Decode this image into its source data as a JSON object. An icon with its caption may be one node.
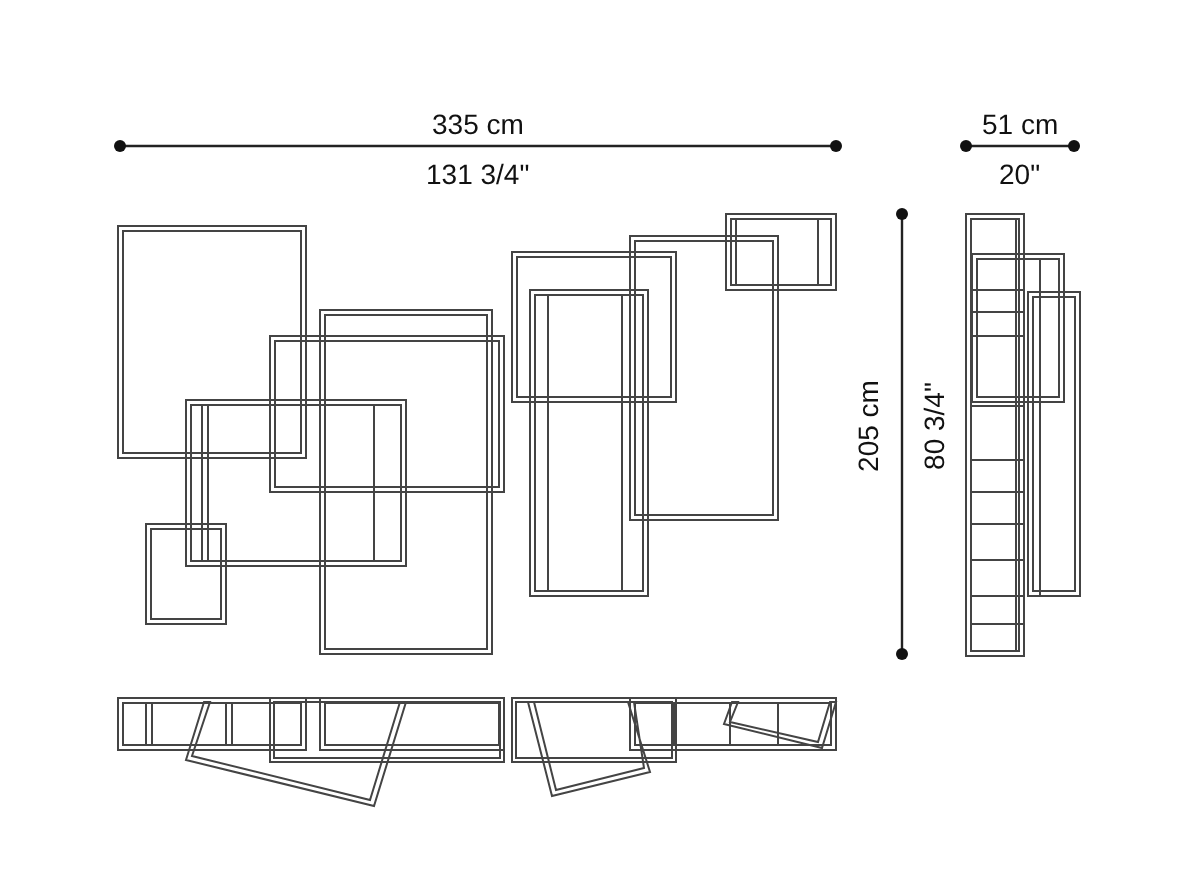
{
  "diagram": {
    "labels": [
      "335 cm",
      "131 3/4\"",
      "51 cm",
      "20\"",
      "205 cm",
      "80 3/4\""
    ]
  }
}
